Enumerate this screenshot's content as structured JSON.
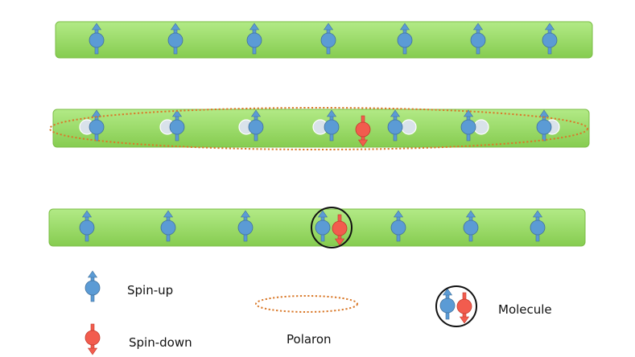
{
  "colors": {
    "bar_top": "#b2ea86",
    "bar_bottom": "#8ccf55",
    "bar_edge": "#7bbd46",
    "spin_up": "#5b9bd5",
    "spin_up_edge": "#41719c",
    "spin_down": "#f25c4e",
    "spin_down_edge": "#c2392b",
    "polaron": "#d9792a",
    "molecule_ring": "#111111",
    "ghost": "#d9e2ea"
  },
  "legend": {
    "spin_up_label": "Spin-up",
    "spin_down_label": "Spin-down",
    "polaron_label": "Polaron",
    "molecule_label": "Molecule"
  }
}
